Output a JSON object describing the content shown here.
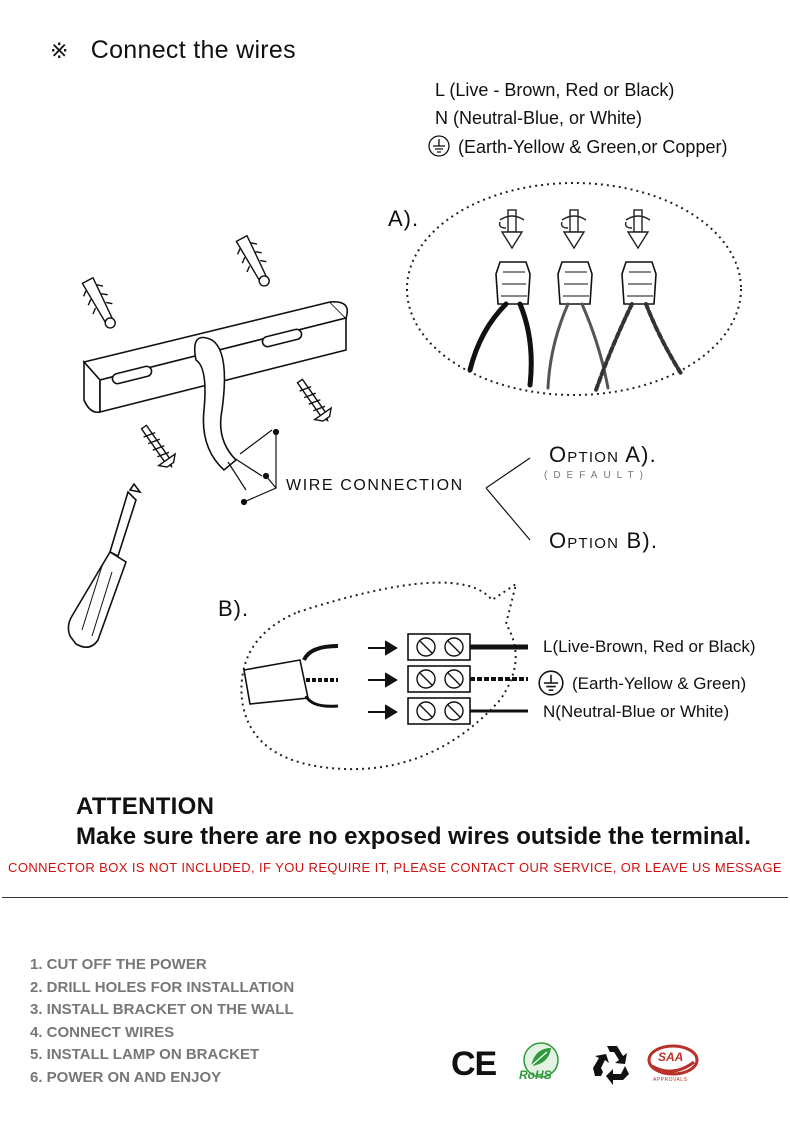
{
  "header": {
    "mark": "※",
    "title": "Connect the wires"
  },
  "legend": {
    "live": "L (Live - Brown, Red or Black)",
    "neutral": "N (Neutral-Blue, or White)",
    "earth": "(Earth-Yellow & Green,or Copper)"
  },
  "diagram": {
    "label_a": "A).",
    "label_b": "B).",
    "wire_connection": "WIRE CONNECTION",
    "option_a": "Option A).",
    "option_a_note": "(DEFAULT)",
    "option_b": "Option B).",
    "terminal_live": "L(Live-Brown, Red or Black)",
    "terminal_earth": "(Earth-Yellow & Green)",
    "terminal_neutral": "N(Neutral-Blue or White)"
  },
  "attention": {
    "heading": "ATTENTION",
    "body": "Make sure there are no exposed wires outside the terminal.",
    "notice": "CONNECTOR BOX IS NOT INCLUDED, IF YOU REQUIRE IT, PLEASE CONTACT OUR SERVICE, OR LEAVE US MESSAGE"
  },
  "steps": [
    "1. CUT OFF THE POWER",
    "2. DRILL HOLES FOR INSTALLATION",
    "3. INSTALL BRACKET ON THE WALL",
    "4. CONNECT WIRES",
    "5. INSTALL LAMP ON BRACKET",
    "6. POWER ON AND ENJOY"
  ],
  "certifications": {
    "ce": "CE",
    "rohs": "RoHS",
    "saa": "SAA",
    "saa_sub": "APPROVALS",
    "icons": [
      "ce-mark",
      "rohs-leaf",
      "recycle",
      "saa-approval"
    ]
  },
  "colors": {
    "notice_red": "#d01010",
    "steps_gray": "#777777",
    "rohs_green": "#2e9a3a",
    "saa_red": "#b8322a"
  }
}
